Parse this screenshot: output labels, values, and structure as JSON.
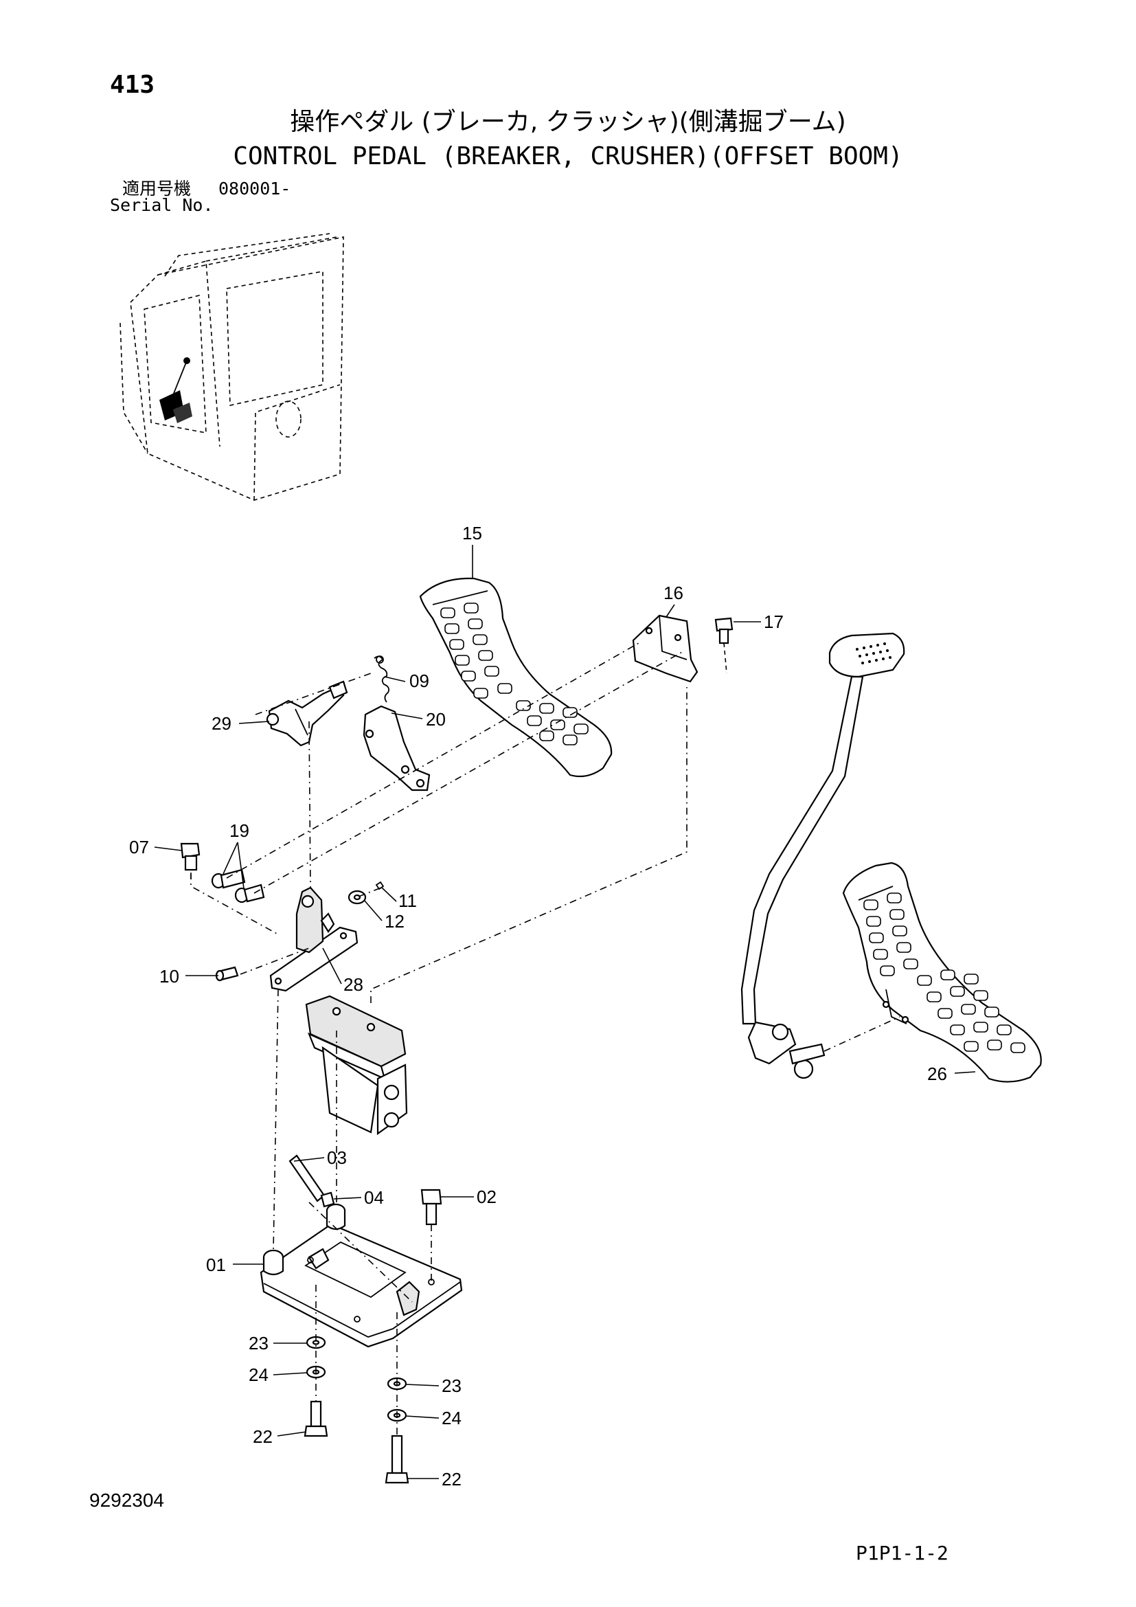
{
  "header": {
    "page_number": "413",
    "title_jp": "操作ペダル (ブレーカ, クラッシャ)(側溝掘ブーム)",
    "title_en": "CONTROL PEDAL (BREAKER, CRUSHER)(OFFSET BOOM)",
    "serial_label_jp": "適用号機",
    "serial_value": "080001-",
    "serial_label_en": "Serial No."
  },
  "footer": {
    "drawing_number": "9292304",
    "page_code": "P1P1-1-2"
  },
  "callouts": [
    {
      "id": "c15",
      "label": "15"
    },
    {
      "id": "c16",
      "label": "16"
    },
    {
      "id": "c17",
      "label": "17"
    },
    {
      "id": "c09",
      "label": "09"
    },
    {
      "id": "c29",
      "label": "29"
    },
    {
      "id": "c20",
      "label": "20"
    },
    {
      "id": "c19",
      "label": "19"
    },
    {
      "id": "c07",
      "label": "07"
    },
    {
      "id": "c11",
      "label": "11"
    },
    {
      "id": "c12",
      "label": "12"
    },
    {
      "id": "c10",
      "label": "10"
    },
    {
      "id": "c28",
      "label": "28"
    },
    {
      "id": "c26",
      "label": "26"
    },
    {
      "id": "c03",
      "label": "03"
    },
    {
      "id": "c04",
      "label": "04"
    },
    {
      "id": "c02",
      "label": "02"
    },
    {
      "id": "c01",
      "label": "01"
    },
    {
      "id": "c23a",
      "label": "23"
    },
    {
      "id": "c24a",
      "label": "24"
    },
    {
      "id": "c22a",
      "label": "22"
    },
    {
      "id": "c23b",
      "label": "23"
    },
    {
      "id": "c24b",
      "label": "24"
    },
    {
      "id": "c22b",
      "label": "22"
    }
  ]
}
